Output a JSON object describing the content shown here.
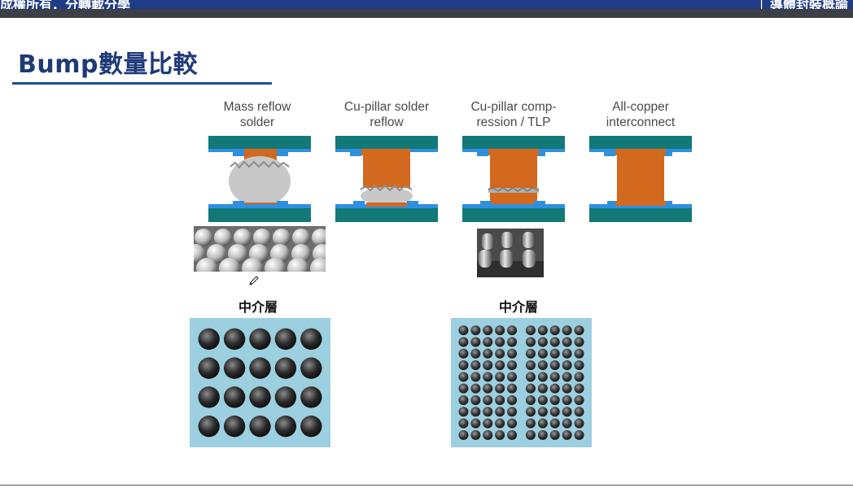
{
  "header": {
    "left_text": "成權所有．分轉載分學",
    "right_text": "│ 導體封裝概論"
  },
  "slide": {
    "title": "Bump數量比較"
  },
  "columns": [
    {
      "label": "Mass reflow\nsolder"
    },
    {
      "label": "Cu-pillar solder\nreflow"
    },
    {
      "label": "Cu-pillar comp-\nression / TLP"
    },
    {
      "label": "All-copper\ninterconnect"
    }
  ],
  "interposers": [
    {
      "label": "中介層",
      "rows": 4,
      "cols": 5
    },
    {
      "label": "中介層",
      "rows": 10,
      "cols": 10
    }
  ],
  "colors": {
    "header_bg": "#1f3c88",
    "title": "#1f3a78",
    "substrate": "#137878",
    "pad": "#2f8fe0",
    "copper": "#d2691e",
    "solder": "#c8c8c8",
    "interposer_bg": "#9ccfe0"
  }
}
